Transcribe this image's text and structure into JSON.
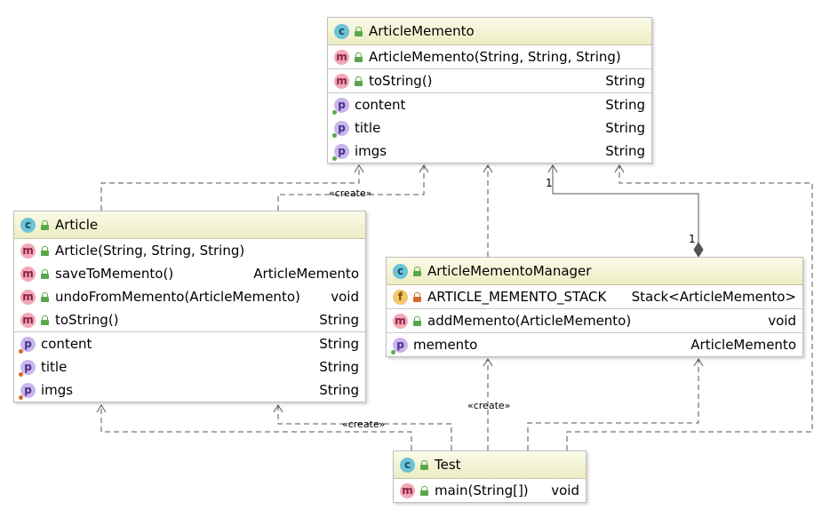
{
  "colors": {
    "public": "#5aa84a",
    "private": "#d46a2a",
    "edge": "#555555"
  },
  "classes": {
    "memento": {
      "name": "ArticleMemento",
      "icon": "c",
      "methods": [
        {
          "icon": "m",
          "name": "ArticleMemento(String, String, String)",
          "type": ""
        },
        {
          "icon": "m",
          "name": "toString()",
          "type": "String"
        }
      ],
      "fields": [
        {
          "icon": "p",
          "name": "content",
          "type": "String"
        },
        {
          "icon": "p",
          "name": "title",
          "type": "String"
        },
        {
          "icon": "p",
          "name": "imgs",
          "type": "String"
        }
      ]
    },
    "article": {
      "name": "Article",
      "icon": "c",
      "methods": [
        {
          "icon": "m",
          "name": "Article(String, String, String)",
          "type": ""
        },
        {
          "icon": "m",
          "name": "saveToMemento()",
          "type": "ArticleMemento"
        },
        {
          "icon": "m",
          "name": "undoFromMemento(ArticleMemento)",
          "type": "void"
        },
        {
          "icon": "m",
          "name": "toString()",
          "type": "String"
        }
      ],
      "fields": [
        {
          "icon": "p",
          "name": "content",
          "type": "String"
        },
        {
          "icon": "p",
          "name": "title",
          "type": "String"
        },
        {
          "icon": "p",
          "name": "imgs",
          "type": "String"
        }
      ]
    },
    "manager": {
      "name": "ArticleMementoManager",
      "icon": "c",
      "constants": [
        {
          "icon": "f",
          "name": "ARTICLE_MEMENTO_STACK",
          "type": "Stack<ArticleMemento>"
        }
      ],
      "methods": [
        {
          "icon": "m",
          "name": "addMemento(ArticleMemento)",
          "type": "void"
        }
      ],
      "fields": [
        {
          "icon": "p",
          "name": "memento",
          "type": "ArticleMemento"
        }
      ]
    },
    "test": {
      "name": "Test",
      "icon": "c",
      "methods": [
        {
          "icon": "m",
          "name": "main(String[])",
          "type": "void"
        }
      ]
    }
  },
  "edge_labels": {
    "create_1": "«create»",
    "create_2": "«create»",
    "create_3": "«create»",
    "mult_top": "1",
    "mult_bottom": "1"
  }
}
